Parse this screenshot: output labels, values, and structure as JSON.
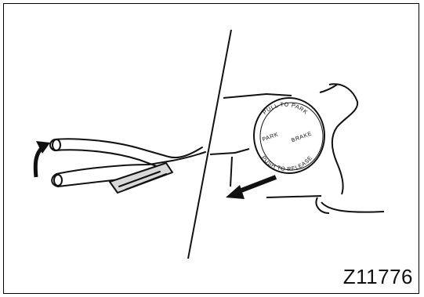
{
  "figure": {
    "code": "Z11776",
    "knob_text_top": "PULL TO PARK",
    "knob_text_left": "PARK",
    "knob_text_right": "BRAKE",
    "knob_text_bottom": "PUSH TO RELEASE"
  },
  "colors": {
    "line": "#111111",
    "shade": "#d8d8d8",
    "background": "#ffffff"
  }
}
